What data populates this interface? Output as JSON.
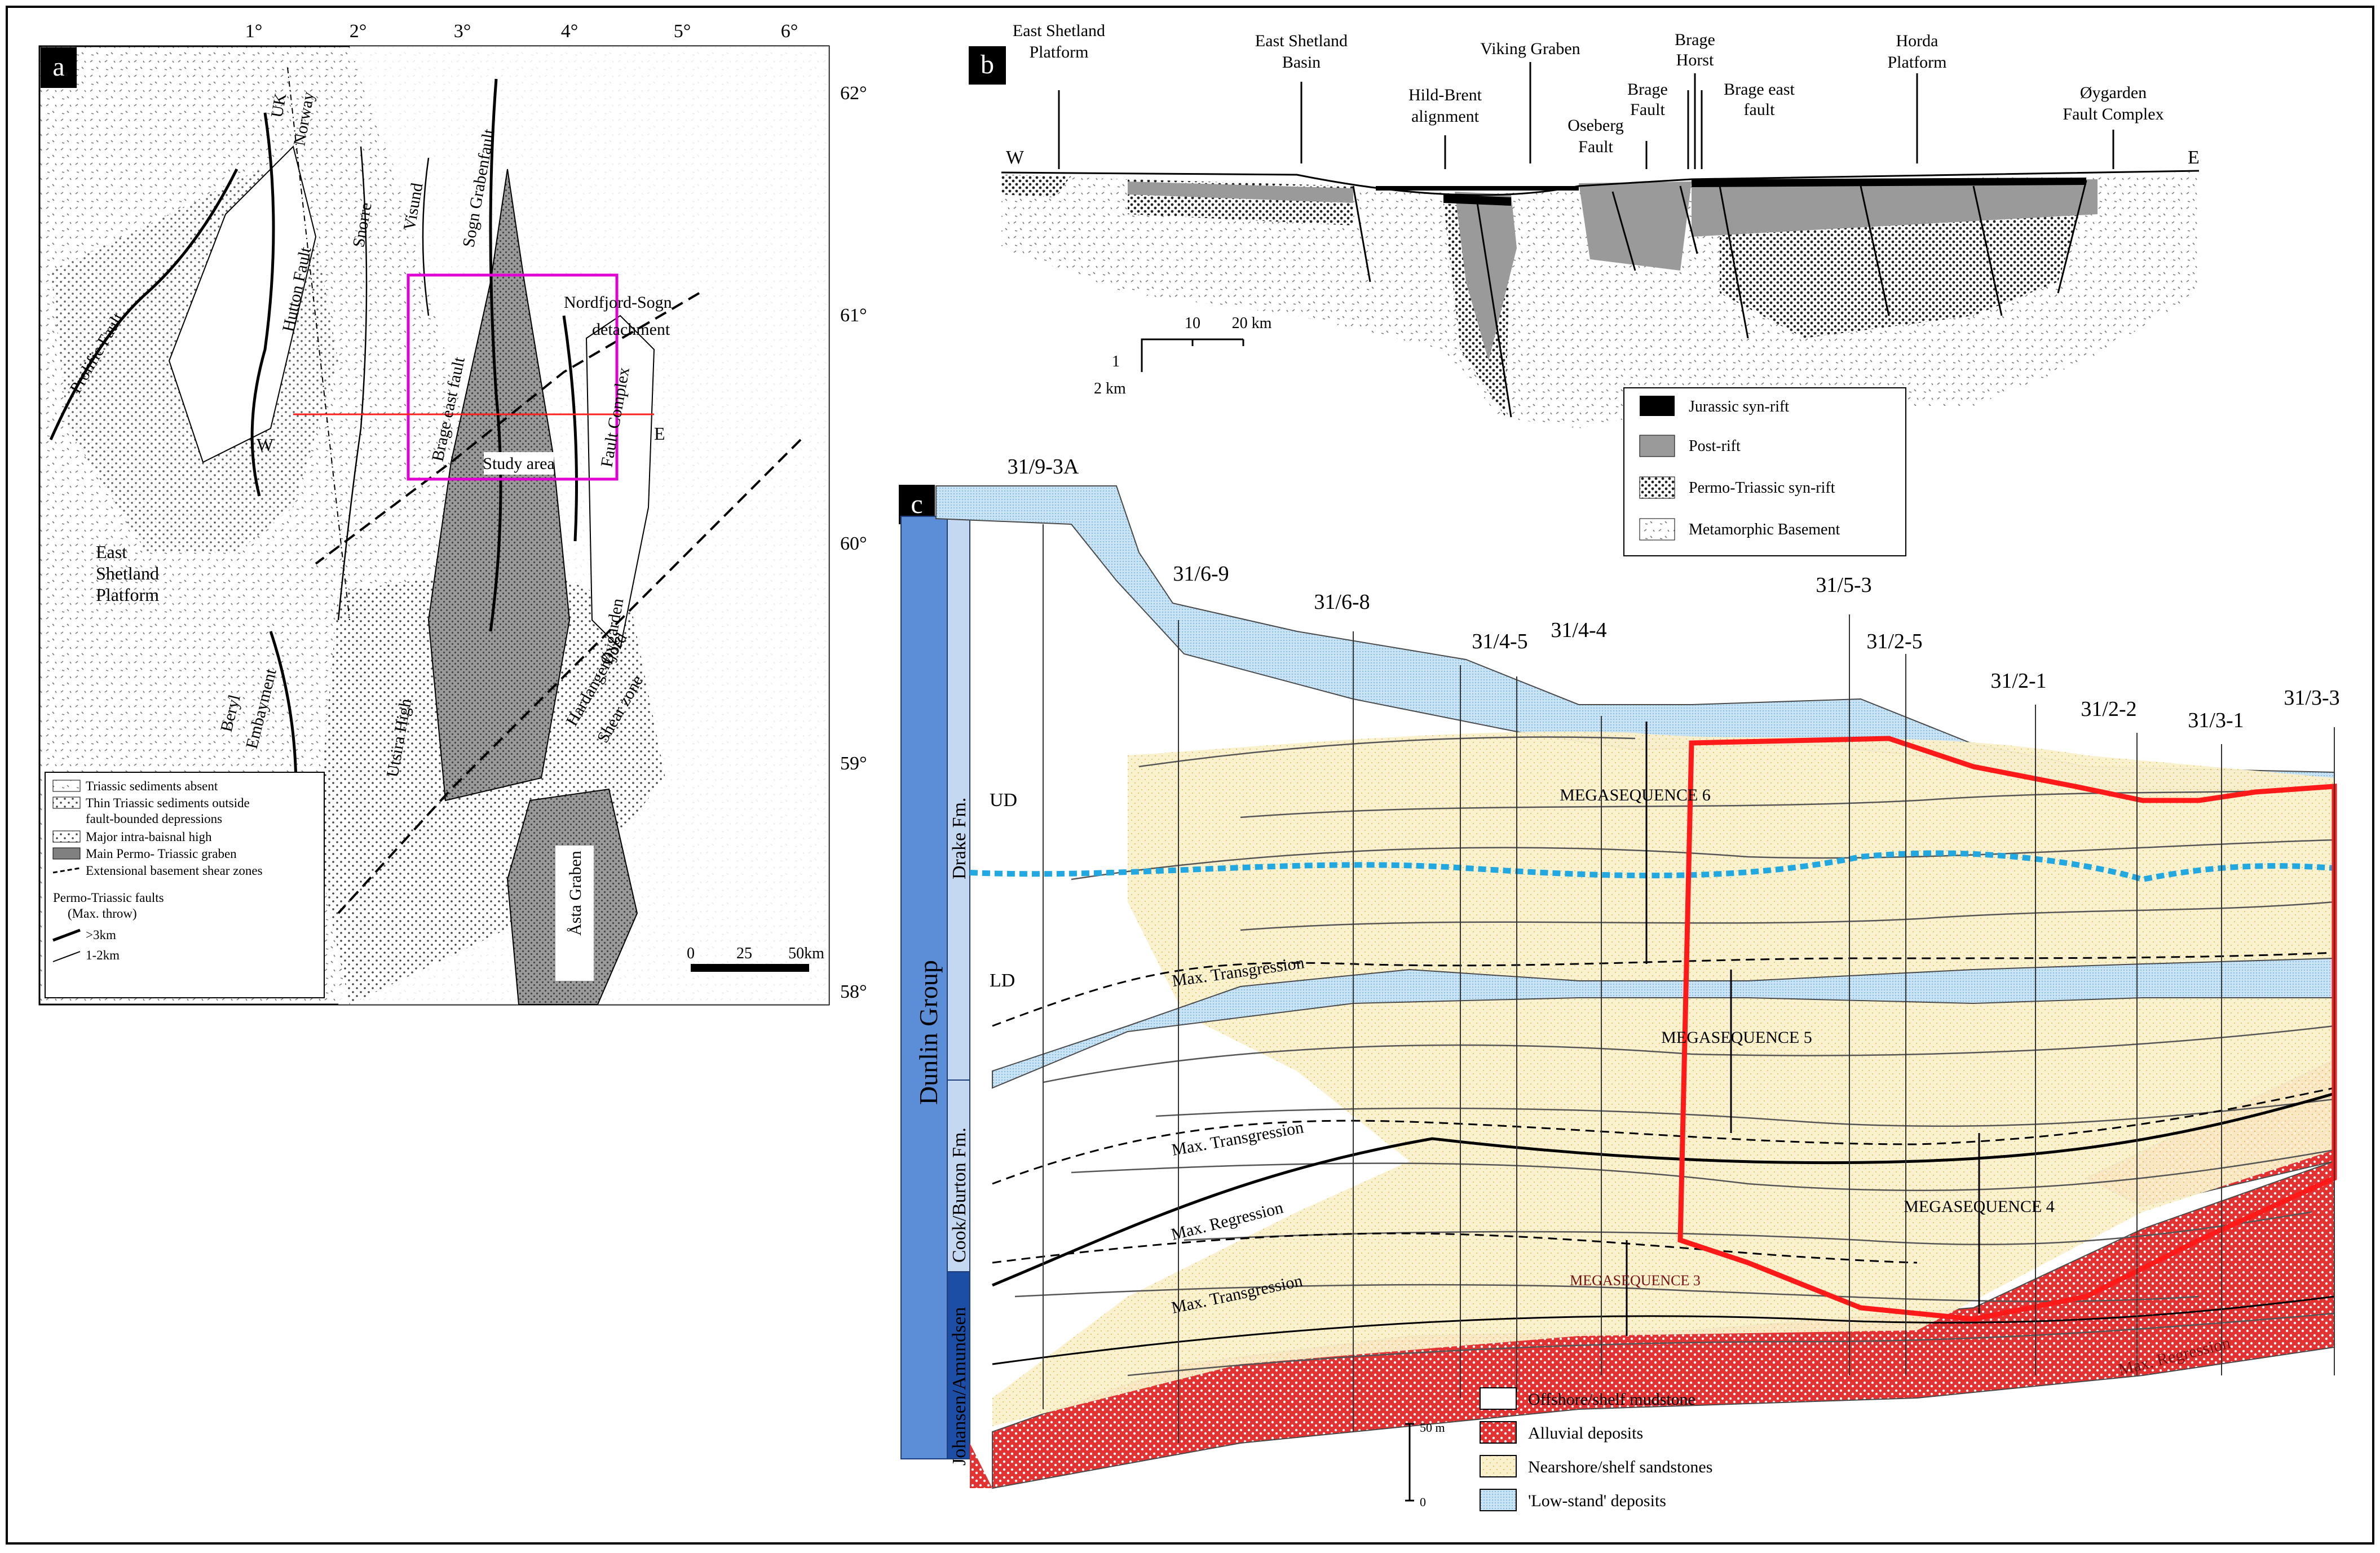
{
  "panels": {
    "a": {
      "label": "a",
      "lon_ticks": [
        "1°",
        "2°",
        "3°",
        "4°",
        "5°",
        "6°"
      ],
      "lat_ticks": [
        "62°",
        "61°",
        "60°",
        "59°",
        "58°"
      ],
      "map_labels": {
        "uk": "UK",
        "norway": "Norway",
        "prolific_fault": "Prolific Fault",
        "hutton_fault": "Hutton Fault",
        "snorre": "Snorre",
        "visund": "Visund",
        "sogn_graben_fault": "Sogn Grabenfault",
        "nordfjord": "Nordfjord-Sogn",
        "detachment": "detachment",
        "brage_east_fault": "Brage east fault",
        "fault_complex": "Fault Complex",
        "west": "W",
        "east": "E",
        "study_area": "Study area",
        "east_shetland_1": "East",
        "east_shetland_2": "Shetland",
        "east_shetland_3": "Platform",
        "oygarden": "Øygarden",
        "beryl": "Beryl",
        "embayment": "Embayment",
        "utsira_high": "Utsira High",
        "hardangerfjord": "Hardangerfjord",
        "shear_zone": "Shear zone",
        "asta_graben": "Åsta Graben"
      },
      "legend": [
        "Triassic sediments absent",
        "Thin Triassic sediments outside",
        "fault-bounded depressions",
        "Major intra-baisnal high",
        "Main Permo- Triassic graben",
        "Extensional basement shear zones"
      ],
      "faults_legend": {
        "title1": "Permo-Triassic faults",
        "title2": "(Max. throw)",
        "big": ">3km",
        "small": "1-2km"
      },
      "scale": {
        "zero": "0",
        "mid": "25",
        "max": "50km"
      }
    },
    "b": {
      "label": "b",
      "features": {
        "esp1": "East Shetland",
        "esp2": "Platform",
        "esb1": "East Shetland",
        "esb2": "Basin",
        "hb1": "Hild-Brent",
        "hb2": "alignment",
        "viking": "Viking Graben",
        "oseberg1": "Oseberg",
        "oseberg2": "Fault",
        "bragefault1": "Brage",
        "bragefault2": "Fault",
        "bragehorst1": "Brage",
        "bragehorst2": "Horst",
        "brageeast1": "Brage east",
        "brageeast2": "fault",
        "horda1": "Horda",
        "horda2": "Platform",
        "oyg1": "Øygarden",
        "oyg2": "Fault Complex"
      },
      "west": "W",
      "east": "E",
      "scale": {
        "h1": "10",
        "h2": "20 km",
        "v1": "1",
        "v2": "2 km"
      },
      "legend": [
        "Jurassic syn-rift",
        "Post-rift",
        "Permo-Triassic syn-rift",
        "Metamorphic Basement"
      ]
    },
    "c": {
      "label": "c",
      "group": "Dunlin Group",
      "formations": {
        "drake": "Drake Fm.",
        "cook": "Cook/Burton Fm.",
        "johansen": "Johansen/Amundsen"
      },
      "subunits": {
        "ud": "UD",
        "ld": "LD"
      },
      "wells": [
        "31/9-3A",
        "31/6-9",
        "31/6-8",
        "31/4-5",
        "31/4-4",
        "31/5-3",
        "31/2-5",
        "31/2-1",
        "31/2-2",
        "31/3-1",
        "31/3-3"
      ],
      "megasequences": {
        "ms6": "MEGASEQUENCE 6",
        "ms5": "MEGASEQUENCE 5",
        "ms4": "MEGASEQUENCE 4",
        "ms3": "MEGASEQUENCE 3"
      },
      "surfaces": {
        "mt1": "Max. Transgression",
        "mt2": "Max. Transgression",
        "mr": "Max. Regression",
        "mt3": "Max. Transgression",
        "mr2": "Max. Regression"
      },
      "scale": {
        "top": "50 m",
        "bottom": "0"
      },
      "legend": [
        "Offshore/shelf mudstone",
        "Alluvial deposits",
        "Nearshore/shelf sandstones",
        "'Low-stand' deposits"
      ]
    }
  }
}
